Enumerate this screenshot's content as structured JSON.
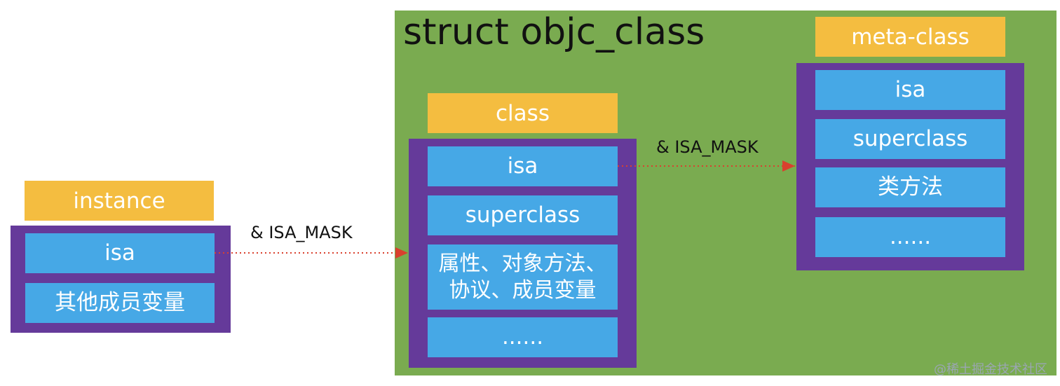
{
  "struct": {
    "title": "struct objc_class"
  },
  "instance": {
    "label": "instance",
    "cells": [
      "isa",
      "其他成员变量"
    ]
  },
  "class": {
    "label": "class",
    "cells": [
      "isa",
      "superclass",
      "属性、对象方法、\n协议、成员变量",
      "......"
    ]
  },
  "metaclass": {
    "label": "meta-class",
    "cells": [
      "isa",
      "superclass",
      "类方法",
      "......"
    ]
  },
  "edges": [
    {
      "from": "instance.isa",
      "to": "class",
      "label": "& ISA_MASK",
      "style": "dotted",
      "color": "#d9402e"
    },
    {
      "from": "class.isa",
      "to": "meta-class",
      "label": "& ISA_MASK",
      "style": "dotted",
      "color": "#d9402e"
    }
  ],
  "watermark": "@稀土掘金技术社区",
  "colors": {
    "container": "#7aab50",
    "box": "#653a9a",
    "label": "#f4bd40",
    "cell": "#46a8e6"
  }
}
